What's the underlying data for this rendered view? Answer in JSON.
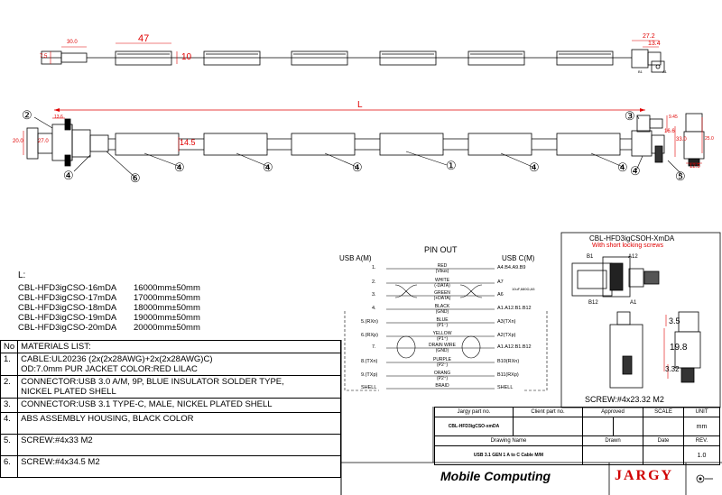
{
  "dims": {
    "plug_len": "30.0",
    "plug_h": "7.5",
    "seg_len": "47",
    "seg_h": "10",
    "c_w": "27.2",
    "c_w2": "13.4",
    "total": "L",
    "a_w1": "13.6",
    "a_h1": "20.0",
    "a_h2": "27.0",
    "mid_h": "14.5",
    "c_top": "9.45",
    "c_h1": "16.6",
    "c_h2": "33.0",
    "c_side": "25.0",
    "c_bot": "12.5",
    "label_bc": "B1",
    "label_a1": "A1"
  },
  "callouts": {
    "c1": "①",
    "c2": "②",
    "c3": "③",
    "c4": "④",
    "c5": "⑤",
    "c6": "⑥"
  },
  "lengths": {
    "heading": "L:",
    "rows": [
      {
        "pn": "CBL-HFD3igCSO-16mDA",
        "len": "16000mm±50mm"
      },
      {
        "pn": "CBL-HFD3igCSO-17mDA",
        "len": "17000mm±50mm"
      },
      {
        "pn": "CBL-HFD3igCSO-18mDA",
        "len": "18000mm±50mm"
      },
      {
        "pn": "CBL-HFD3igCSO-19mDA",
        "len": "19000mm±50mm"
      },
      {
        "pn": "CBL-HFD3igCSO-20mDA",
        "len": "20000mm±50mm"
      }
    ]
  },
  "materials": {
    "header_no": "No",
    "header_title": "MATERIALS LIST:",
    "rows": [
      {
        "no": "1.",
        "text": "CABLE:UL20236 (2x(2x28AWG)+2x(2x28AWG)C)\nOD:7.0mm  PUR JACKET COLOR:RED LILAC"
      },
      {
        "no": "2.",
        "text": "CONNECTOR:USB 3.0 A/M, 9P, BLUE INSULATOR SOLDER TYPE,\nNICKEL PLATED SHELL"
      },
      {
        "no": "3.",
        "text": "CONNECTOR:USB 3.1 TYPE-C, MALE, NICKEL PLATED SHELL"
      },
      {
        "no": "4.",
        "text": "ABS ASSEMBLY HOUSING, BLACK COLOR"
      },
      {
        "no": "5.",
        "text": "SCREW:#4x33 M2"
      },
      {
        "no": "6.",
        "text": "SCREW:#4x34.5 M2"
      }
    ]
  },
  "pinout": {
    "title": "PIN OUT",
    "left_head": "USB A(M)",
    "right_head": "USB C(M)",
    "rows": [
      {
        "l": "1.",
        "sig": "RED\n(Vbus)",
        "r": "A4.B4.A9.B9"
      },
      {
        "l": "2.",
        "sig": "WHITE\n(-DATA)",
        "r": "A7"
      },
      {
        "l": "3.",
        "sig": "GREEN\n(+DATA)",
        "r": "A6"
      },
      {
        "l": "4.",
        "sig": "BLACK\n(GND)",
        "r": "A1.A12.B1.B12"
      },
      {
        "l": "5.(RXn)",
        "sig": "BLUE\n(P1⁻)",
        "r": "A3(TXn)"
      },
      {
        "l": "6.(RXp)",
        "sig": "YELLOW\n(P1⁺)",
        "r": "A2(TXp)"
      },
      {
        "l": "7.",
        "sig": "DRAIN WIRE\n(GND)",
        "r": "A1.A12.B1.B12"
      },
      {
        "l": "8.(TXn)",
        "sig": "PURPLE\n(P2⁻)",
        "r": "B10(RXn)"
      },
      {
        "l": "9.(TXp)",
        "sig": "ORANG\n(P2⁺)",
        "r": "B11(RXp)"
      },
      {
        "l": "SHELL",
        "sig": "BRAID",
        "r": "SHELL"
      }
    ],
    "note": "10uF,680Ω,A5"
  },
  "detail": {
    "title": "CBL-HFD3igCSOH-XmDA",
    "subtitle": "With short locking screws",
    "b1": "B1",
    "a12": "A12",
    "b12": "B12",
    "a1": "A1",
    "d1": "3.5",
    "d2": "19.8",
    "d3": "3.32",
    "screw": "SCREW:#4x23.32 M2"
  },
  "titleblock": {
    "jargy_pn": "Jargy part no.",
    "client_pn": "Client part no.",
    "approved": "Approved",
    "scale": "SCALE",
    "unit": "UNIT",
    "pn_value": "CBL-HFD3igCSO-xmDA",
    "unit_value": "mm",
    "drawing_name": "Drawing Name",
    "drawn": "Drawn",
    "date": "Date",
    "rev": "REV.",
    "name_value": "USB 3.1 GEN 1 A to C Cable M/M",
    "rev_value": "1.0",
    "logo_mc": "Mobile Computing",
    "logo_jargy": "JARGY"
  },
  "colors": {
    "dim_red": "#e00000",
    "logo_red": "#d00000"
  }
}
